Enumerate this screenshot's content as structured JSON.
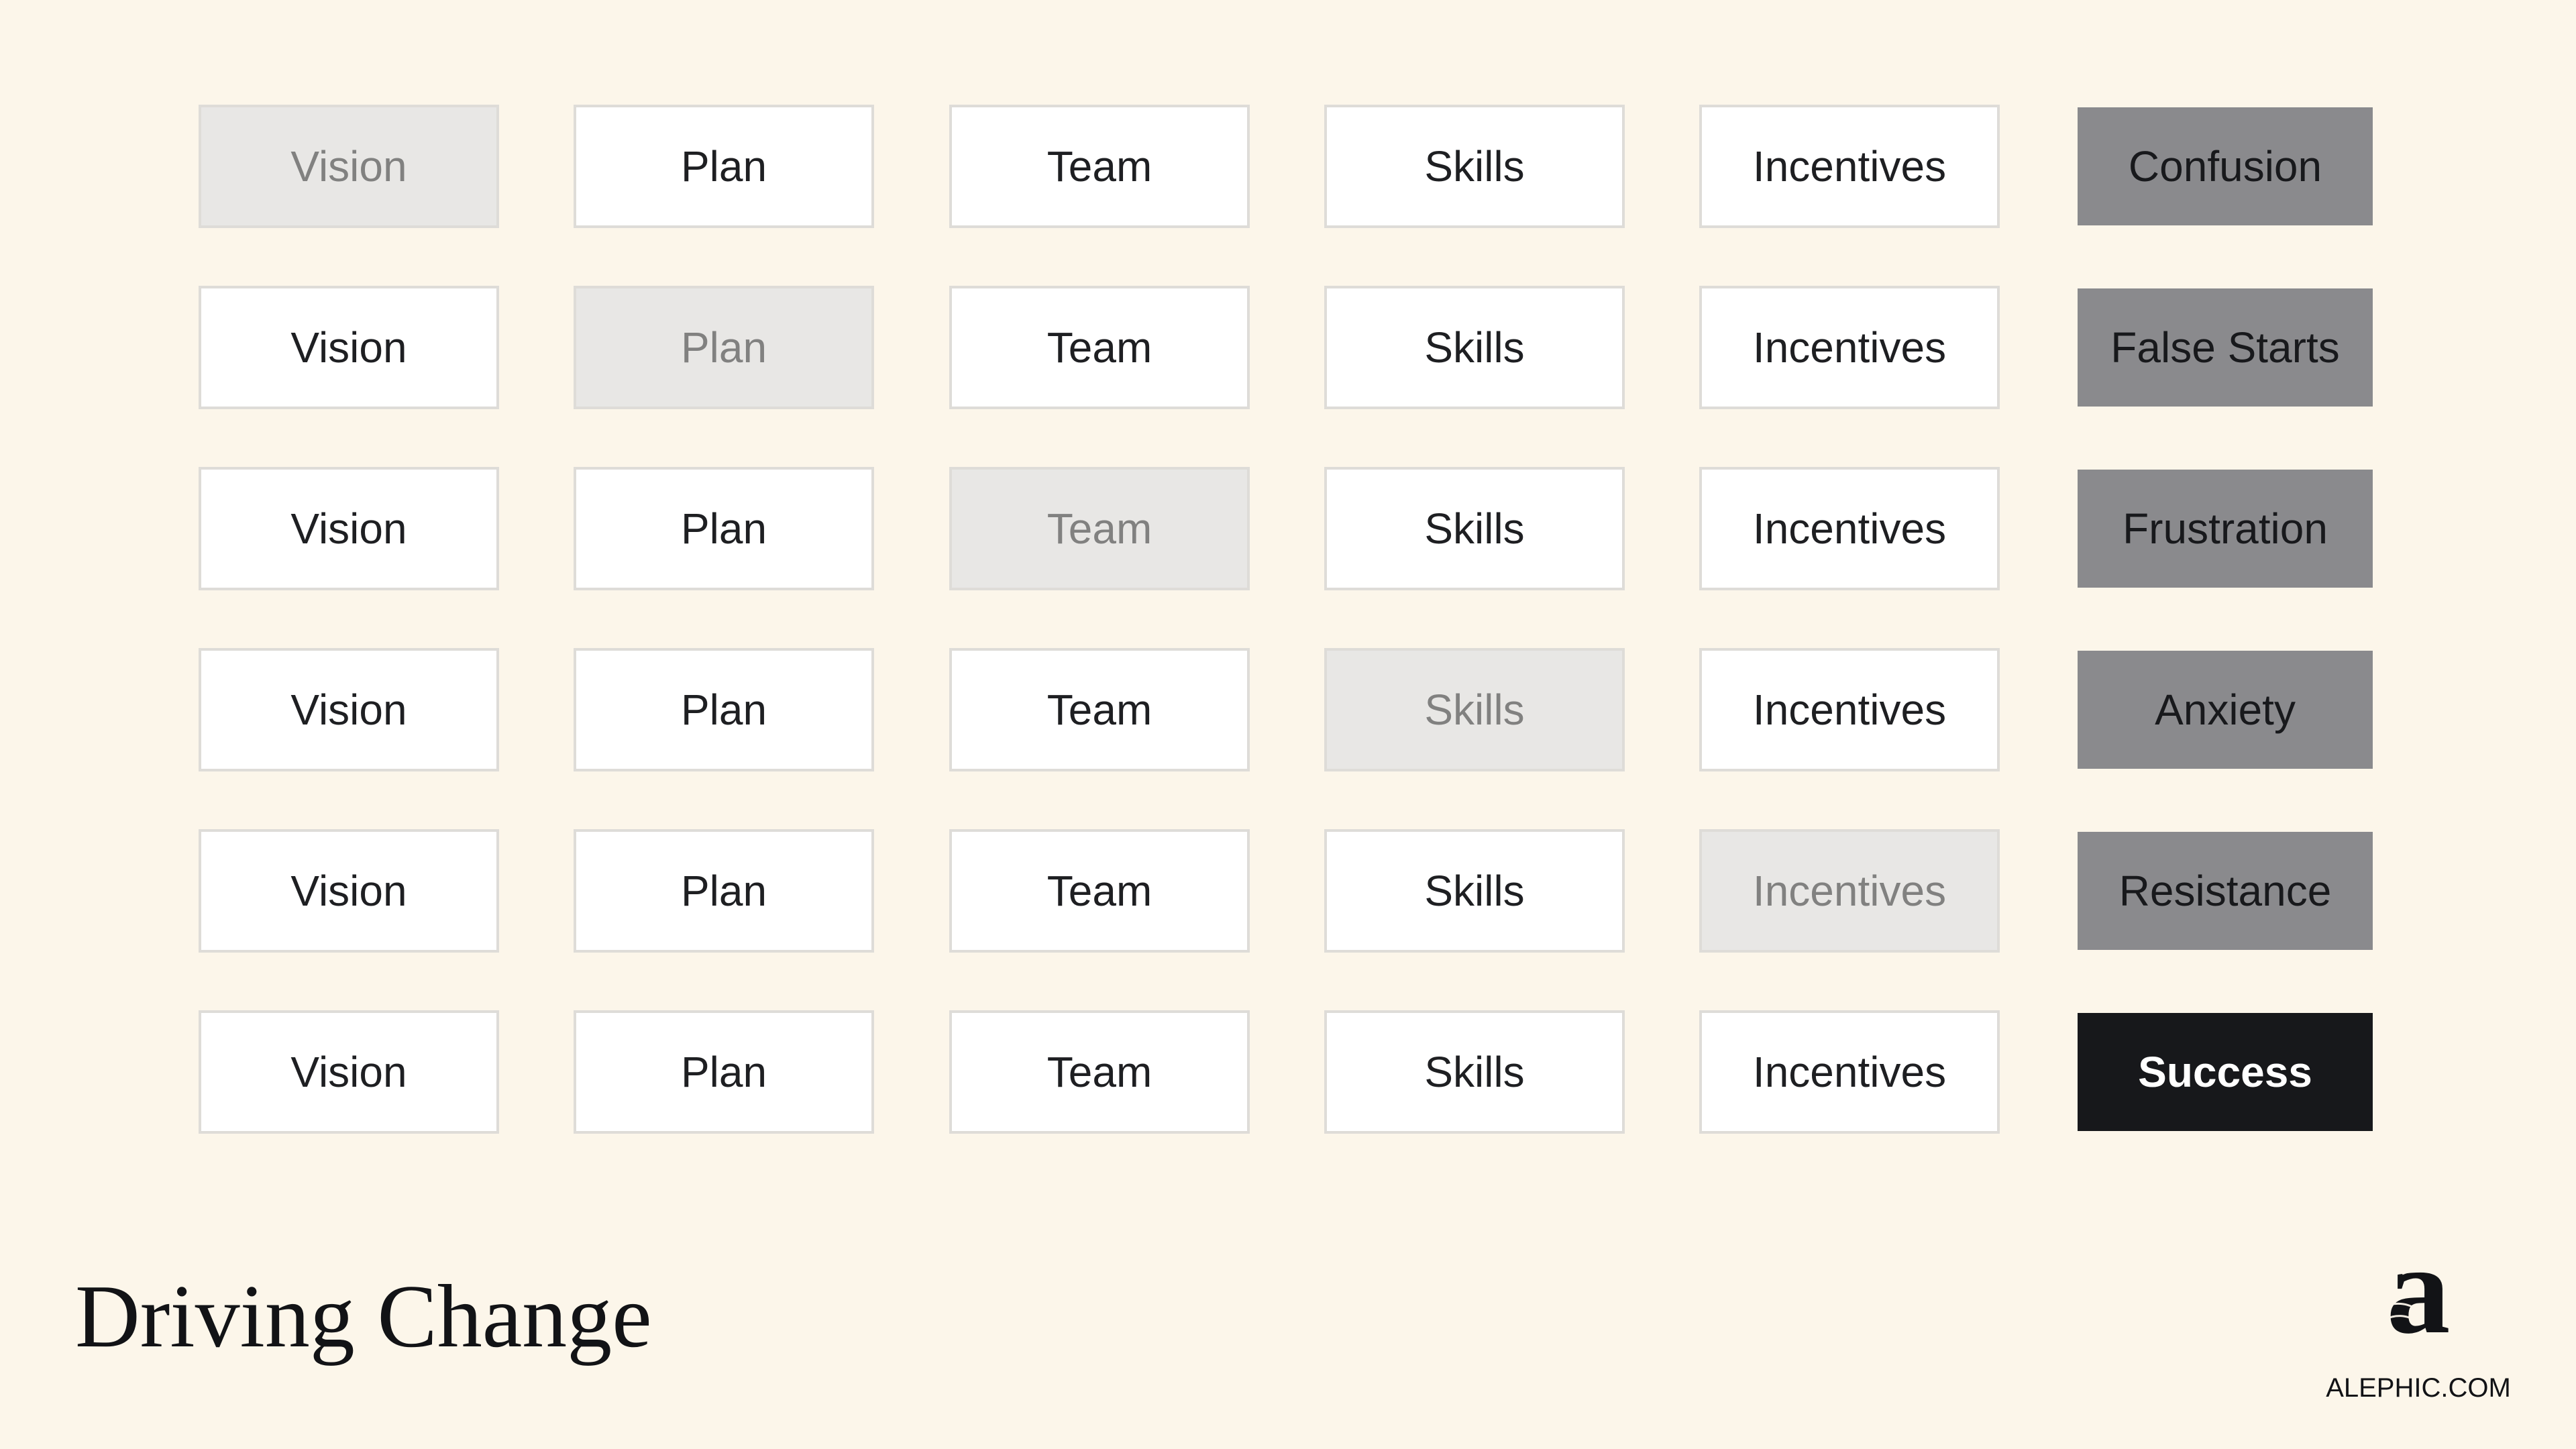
{
  "diagram": {
    "title": "Driving Change",
    "brand": {
      "logo_letter": "a",
      "url_text": "ALEPHIC.COM"
    },
    "rows": [
      {
        "cells": [
          {
            "label": "Vision",
            "state": "missing"
          },
          {
            "label": "Plan",
            "state": "present"
          },
          {
            "label": "Team",
            "state": "present"
          },
          {
            "label": "Skills",
            "state": "present"
          },
          {
            "label": "Incentives",
            "state": "present"
          }
        ],
        "outcome": "Confusion",
        "outcome_state": "negative"
      },
      {
        "cells": [
          {
            "label": "Vision",
            "state": "present"
          },
          {
            "label": "Plan",
            "state": "missing"
          },
          {
            "label": "Team",
            "state": "present"
          },
          {
            "label": "Skills",
            "state": "present"
          },
          {
            "label": "Incentives",
            "state": "present"
          }
        ],
        "outcome": "False Starts",
        "outcome_state": "negative"
      },
      {
        "cells": [
          {
            "label": "Vision",
            "state": "present"
          },
          {
            "label": "Plan",
            "state": "present"
          },
          {
            "label": "Team",
            "state": "missing"
          },
          {
            "label": "Skills",
            "state": "present"
          },
          {
            "label": "Incentives",
            "state": "present"
          }
        ],
        "outcome": "Frustration",
        "outcome_state": "negative"
      },
      {
        "cells": [
          {
            "label": "Vision",
            "state": "present"
          },
          {
            "label": "Plan",
            "state": "present"
          },
          {
            "label": "Team",
            "state": "present"
          },
          {
            "label": "Skills",
            "state": "missing"
          },
          {
            "label": "Incentives",
            "state": "present"
          }
        ],
        "outcome": "Anxiety",
        "outcome_state": "negative"
      },
      {
        "cells": [
          {
            "label": "Vision",
            "state": "present"
          },
          {
            "label": "Plan",
            "state": "present"
          },
          {
            "label": "Team",
            "state": "present"
          },
          {
            "label": "Skills",
            "state": "present"
          },
          {
            "label": "Incentives",
            "state": "missing"
          }
        ],
        "outcome": "Resistance",
        "outcome_state": "negative"
      },
      {
        "cells": [
          {
            "label": "Vision",
            "state": "present"
          },
          {
            "label": "Plan",
            "state": "present"
          },
          {
            "label": "Team",
            "state": "present"
          },
          {
            "label": "Skills",
            "state": "present"
          },
          {
            "label": "Incentives",
            "state": "present"
          }
        ],
        "outcome": "Success",
        "outcome_state": "success"
      }
    ]
  },
  "colors": {
    "background": "#fcf6ea",
    "present_fill": "#ffffff",
    "present_border": "#dedcd8",
    "present_text": "#1e1f22",
    "missing_fill": "#e8e7e5",
    "missing_text": "#818180",
    "negative_outcome_fill": "#8a8a8d",
    "negative_outcome_text": "#18191c",
    "success_fill": "#17181b",
    "success_text": "#ffffff"
  }
}
